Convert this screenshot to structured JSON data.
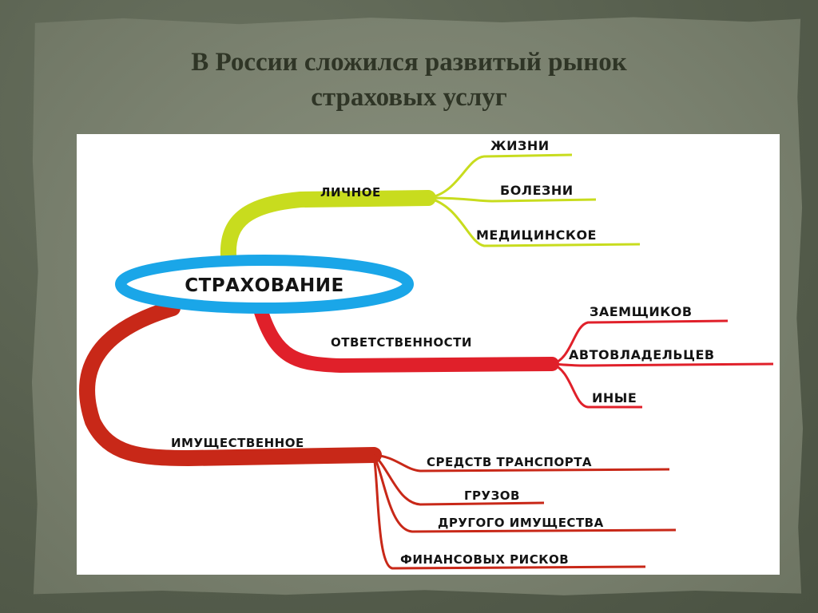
{
  "slide": {
    "title_line1": "В России сложился развитый рынок",
    "title_line2": "страховых услуг"
  },
  "diagram": {
    "root": "СТРАХОВАНИЕ",
    "branches": [
      {
        "label": "ЛИЧНОЕ",
        "color": "#c8dc1e",
        "children": [
          "ЖИЗНИ",
          "БОЛЕЗНИ",
          "МЕДИЦИНСКОЕ"
        ]
      },
      {
        "label": "ОТВЕТСТВЕННОСТИ",
        "color": "#e0202a",
        "children": [
          "ЗАЕМЩИКОВ",
          "АВТОВЛАДЕЛЬЦЕВ",
          "ИНЫЕ"
        ]
      },
      {
        "label": "ИМУЩЕСТВЕННОЕ",
        "color": "#c82818",
        "children": [
          "СРЕДСТВ ТРАНСПОРТА",
          "ГРУЗОВ",
          "ДРУГОГО ИМУЩЕСТВА",
          "ФИНАНСОВЫХ РИСКОВ"
        ]
      }
    ],
    "root_ring_color": "#1aa6e8"
  }
}
